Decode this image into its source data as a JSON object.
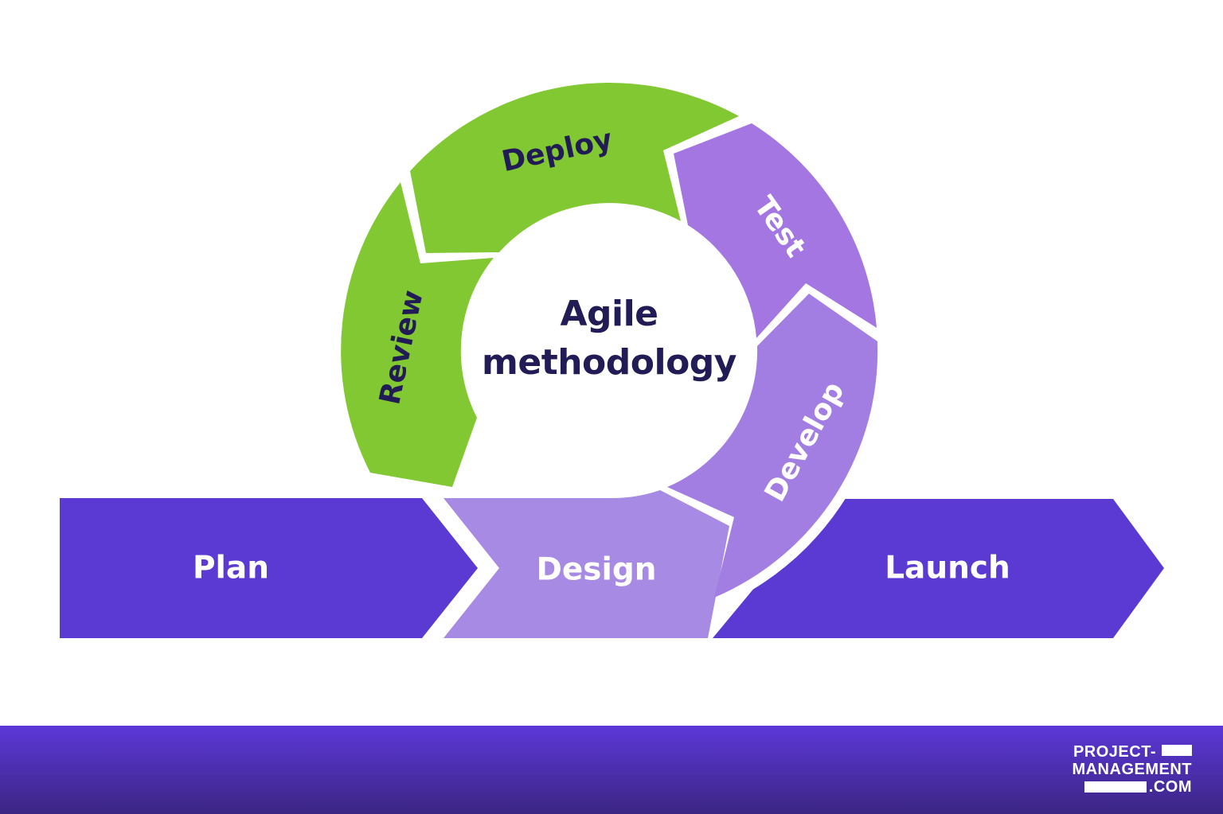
{
  "diagram": {
    "center_title": {
      "line1": "Agile",
      "line2": "methodology"
    },
    "band_steps": [
      {
        "id": "plan",
        "label": "Plan"
      },
      {
        "id": "design",
        "label": "Design"
      },
      {
        "id": "launch",
        "label": "Launch"
      }
    ],
    "ring_segments": [
      {
        "id": "develop",
        "label": "Develop"
      },
      {
        "id": "test",
        "label": "Test"
      },
      {
        "id": "deploy",
        "label": "Deploy"
      },
      {
        "id": "review",
        "label": "Review"
      }
    ]
  },
  "footer": {
    "brand_line1": "PROJECT-",
    "brand_line2": "MANAGEMENT",
    "brand_line3": ".COM"
  },
  "colors": {
    "background": "#ffffff",
    "white": "#ffffff",
    "navy_text": "#221c56",
    "purple_dark": "#5a3ad2",
    "purple_design": "#a78ae3",
    "purple_develop": "#a37ee2",
    "purple_test": "#a476e1",
    "green": "#82c832",
    "footer_top": "#5c38d8",
    "footer_bottom": "#3b2583"
  }
}
